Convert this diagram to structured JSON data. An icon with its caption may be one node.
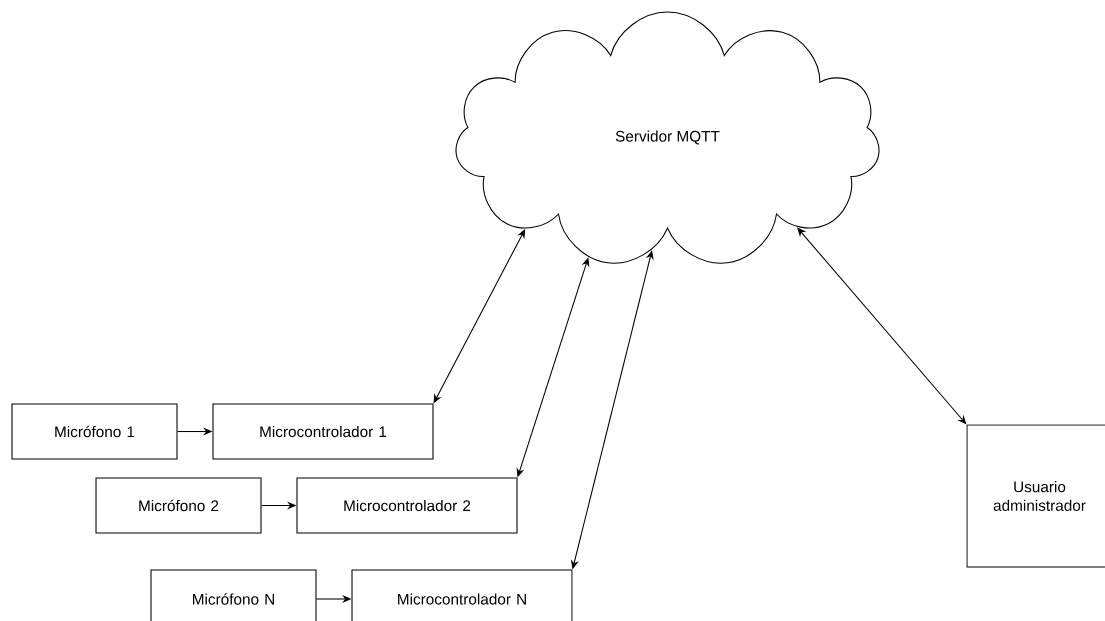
{
  "diagram": {
    "nodes": [
      {
        "text": [
          "Servidor MQTT"
        ]
      },
      {
        "text": [
          "Micrófono 1"
        ]
      },
      {
        "text": [
          "Microcontrolador 1"
        ]
      },
      {
        "text": [
          "Micrófono 2"
        ]
      },
      {
        "text": [
          "Microcontrolador 2"
        ]
      },
      {
        "text": [
          "Micrófono N"
        ]
      },
      {
        "text": [
          "Microcontrolador N"
        ]
      },
      {
        "text": [
          "Usuario administrador"
        ]
      }
    ],
    "edges": [
      {
        "from": 1,
        "to": 2,
        "arrow": "to"
      },
      {
        "from": 3,
        "to": 4,
        "arrow": "to"
      },
      {
        "from": 5,
        "to": 6,
        "arrow": "to"
      },
      {
        "from": 0,
        "to": 2,
        "arrow": "both"
      },
      {
        "from": 0,
        "to": 4,
        "arrow": "both"
      },
      {
        "from": 0,
        "to": 6,
        "arrow": "both"
      },
      {
        "from": 0,
        "to": 7,
        "arrow": "both"
      }
    ]
  }
}
